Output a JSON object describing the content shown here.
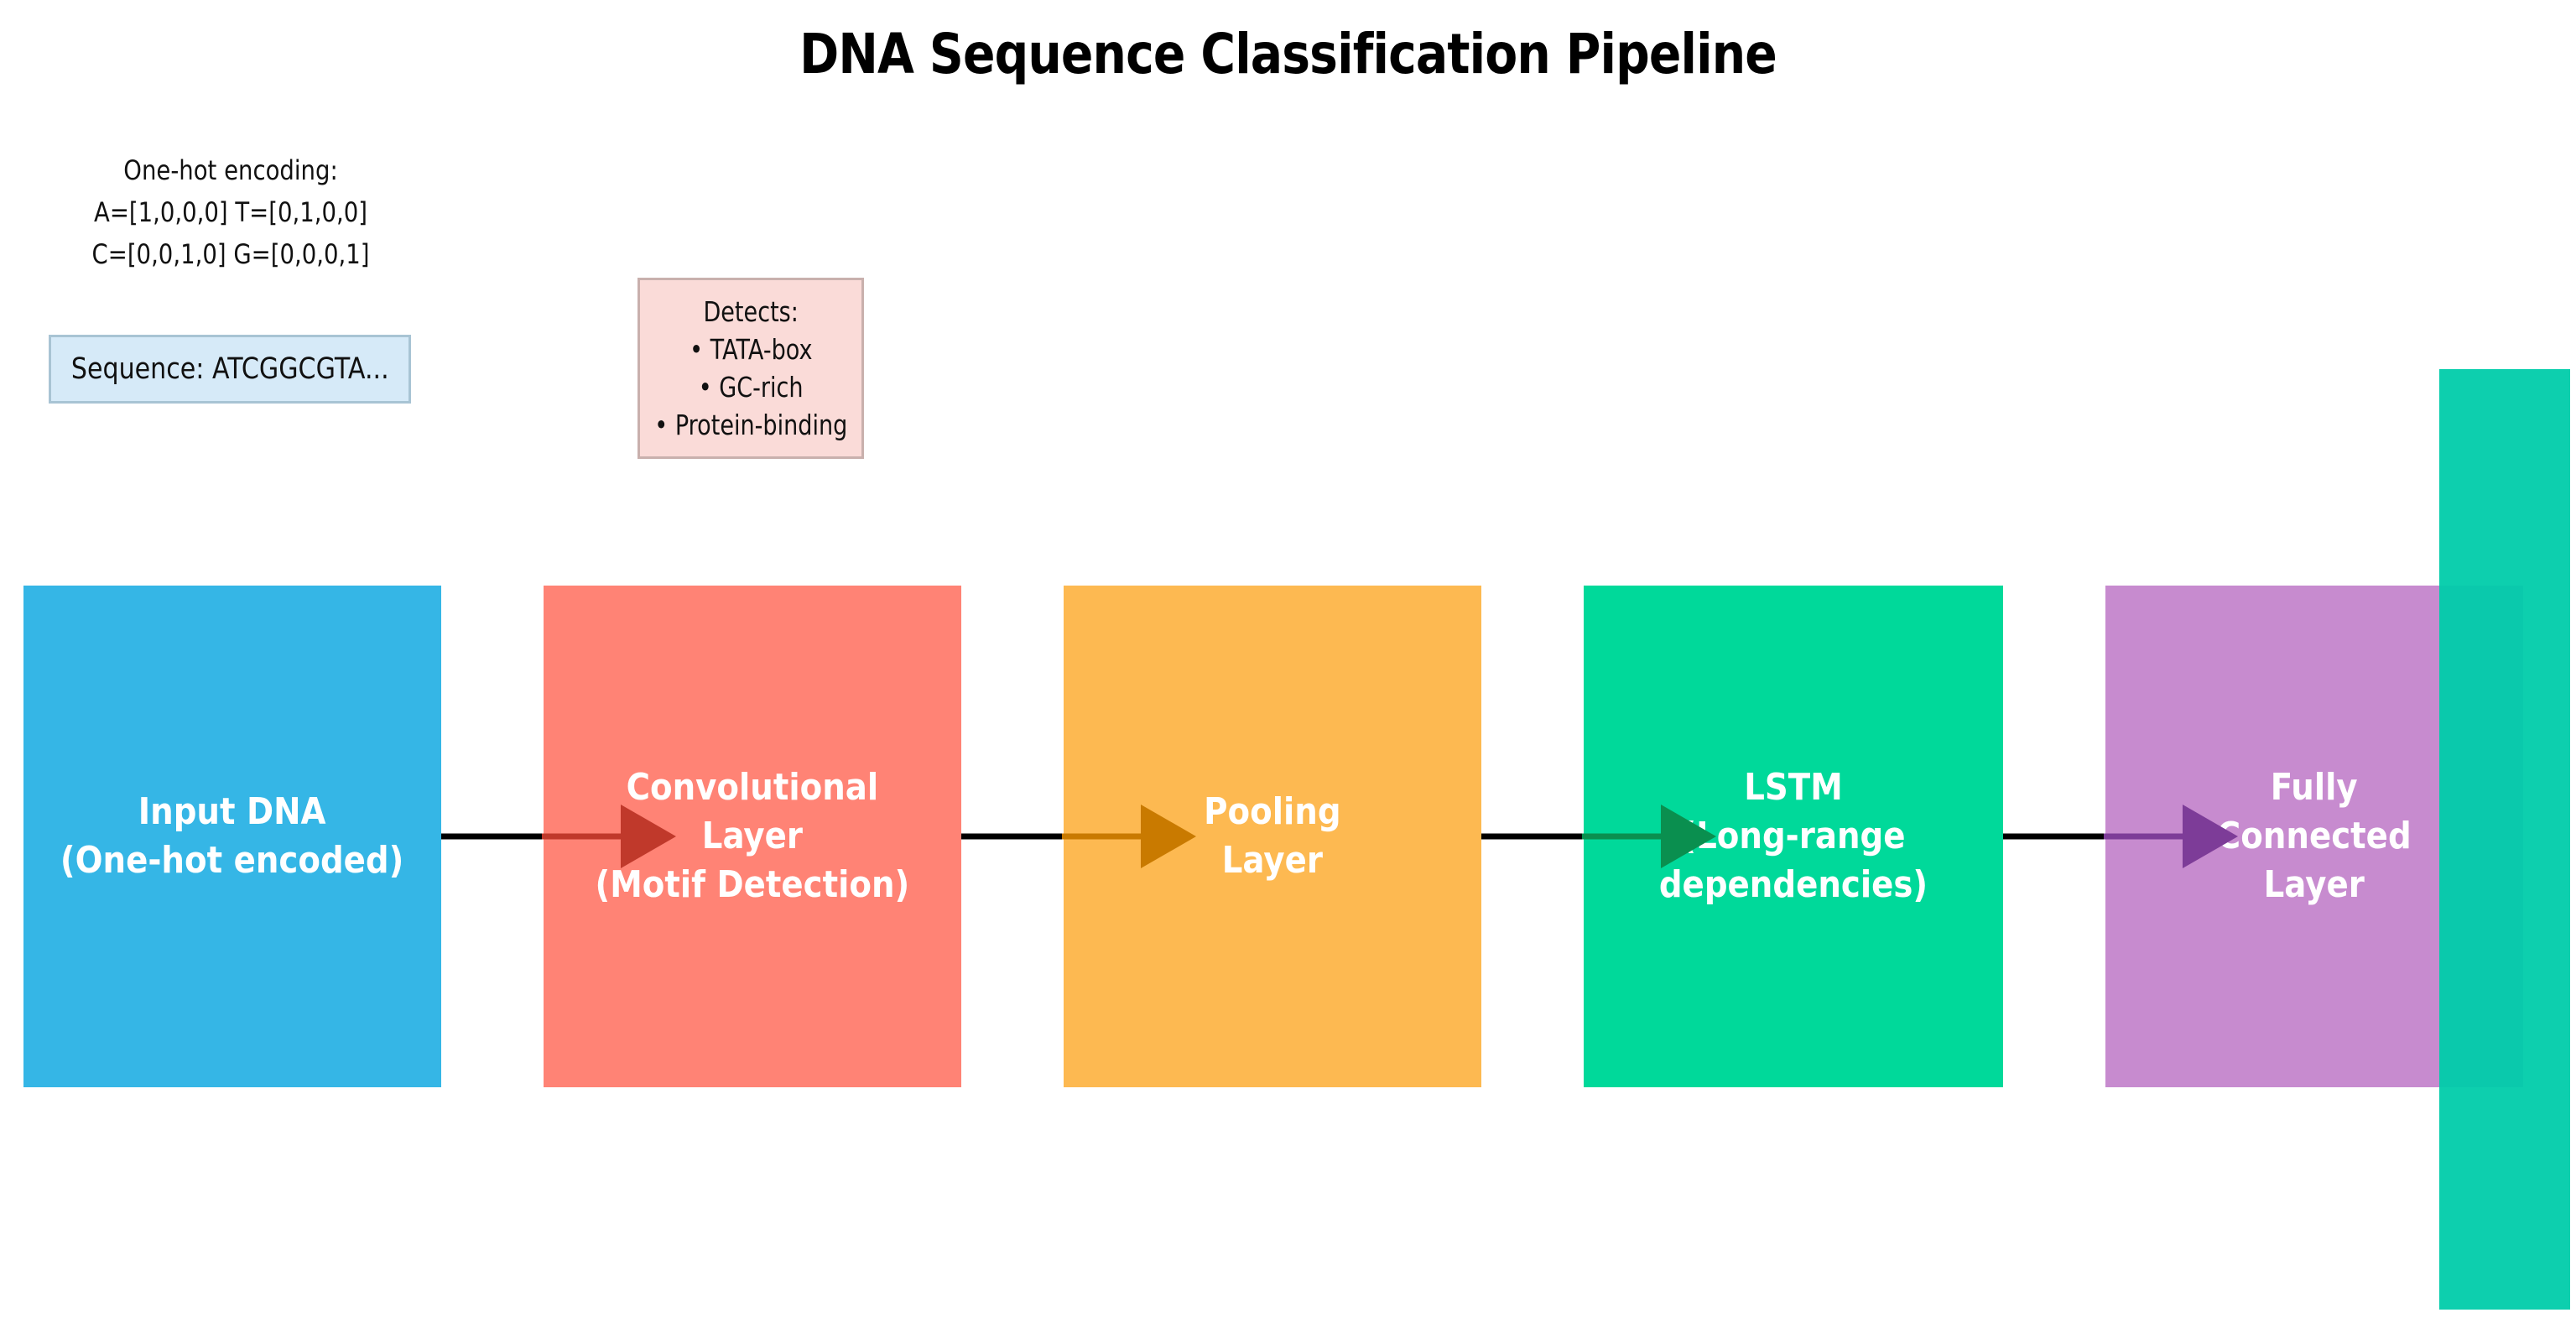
{
  "title": "DNA Sequence Classification Pipeline",
  "encoding_note": {
    "line1": "One-hot encoding:",
    "line2": "A=[1,0,0,0] T=[0,1,0,0]",
    "line3": "C=[0,0,1,0] G=[0,0,0,1]"
  },
  "sequence_label": "Sequence: ATCGGCGTA...",
  "detects": {
    "heading": "Detects:",
    "items": [
      "• TATA-box",
      "• GC-rich",
      "• Protein-binding"
    ]
  },
  "layers": [
    {
      "label": "Input DNA\n(One-hot encoded)",
      "color": "#35b6e6"
    },
    {
      "label": "Convolutional\nLayer\n(Motif Detection)",
      "color": "#ff8375"
    },
    {
      "label": "Pooling\nLayer",
      "color": "#fdb951"
    },
    {
      "label": "LSTM\n(Long-range\ndependencies)",
      "color": "#00d99a"
    },
    {
      "label": "Fully\nConnected\nLayer",
      "color": "#c78bcf"
    }
  ],
  "arrow_colors": [
    "#c0392b",
    "#c97a00",
    "#0a8f4f",
    "#7d3c98"
  ],
  "accent_bar_color": "#00ccaa"
}
